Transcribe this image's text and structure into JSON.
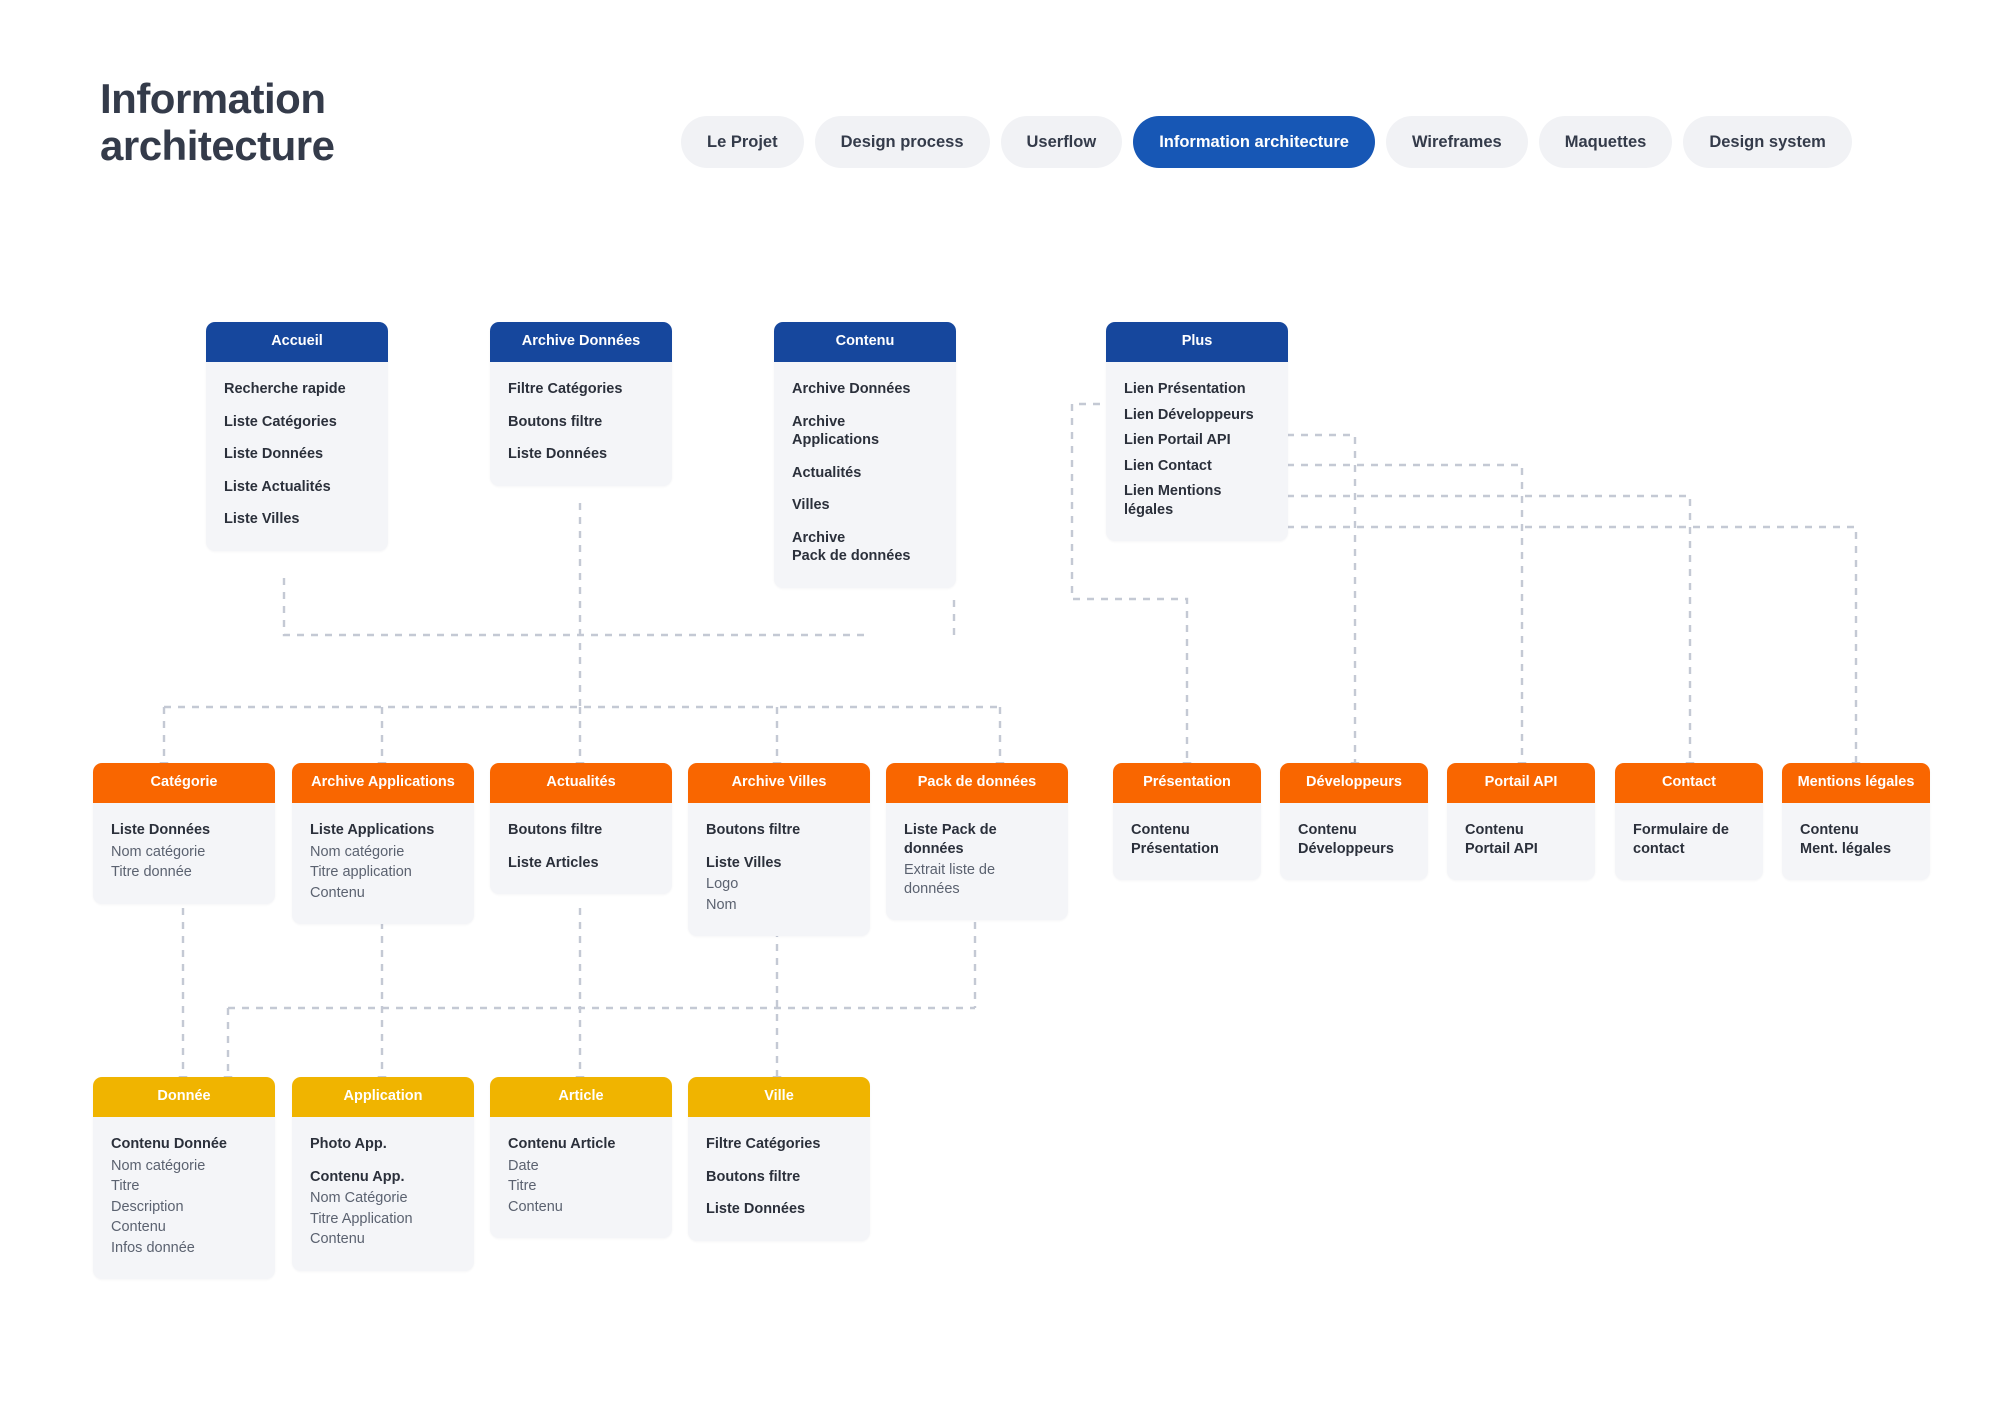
{
  "header": {
    "title": "Information\narchitecture",
    "nav": [
      {
        "label": "Le Projet",
        "active": false
      },
      {
        "label": "Design process",
        "active": false
      },
      {
        "label": "Userflow",
        "active": false
      },
      {
        "label": "Information architecture",
        "active": true
      },
      {
        "label": "Wireframes",
        "active": false
      },
      {
        "label": "Maquettes",
        "active": false
      },
      {
        "label": "Design system",
        "active": false
      }
    ]
  },
  "colors": {
    "blue": "#16479D",
    "orange": "#F96600",
    "yellow": "#F0B400",
    "card_body": "#F4F5F8",
    "pill_idle": "#F1F2F5",
    "pill_active": "#1757B5",
    "text_dark": "#343B4A",
    "text_muted": "#5B6270",
    "connector": "#C4C9D4"
  },
  "level1": [
    {
      "title": "Accueil",
      "items": [
        {
          "text": "Recherche rapide",
          "strong": true
        },
        {
          "text": "Liste Catégories",
          "strong": true
        },
        {
          "text": "Liste Données",
          "strong": true
        },
        {
          "text": "Liste Actualités",
          "strong": true
        },
        {
          "text": "Liste Villes",
          "strong": true
        }
      ]
    },
    {
      "title": "Archive Données",
      "items": [
        {
          "text": "Filtre Catégories",
          "strong": true
        },
        {
          "text": "Boutons filtre",
          "strong": true
        },
        {
          "text": "Liste Données",
          "strong": true
        }
      ]
    },
    {
      "title": "Contenu",
      "items": [
        {
          "text": "Archive Données",
          "strong": true
        },
        {
          "text": "Archive\nApplications",
          "strong": true
        },
        {
          "text": "Actualités",
          "strong": true
        },
        {
          "text": "Villes",
          "strong": true
        },
        {
          "text": "Archive\nPack de données",
          "strong": true
        }
      ]
    },
    {
      "title": "Plus",
      "items": [
        {
          "text": "Lien Présentation",
          "strong": true,
          "tight": true
        },
        {
          "text": "Lien Développeurs",
          "strong": true,
          "tight": true
        },
        {
          "text": "Lien Portail API",
          "strong": true,
          "tight": true
        },
        {
          "text": "Lien Contact",
          "strong": true,
          "tight": true
        },
        {
          "text": "Lien Mentions\nlégales",
          "strong": true,
          "tight": true
        }
      ]
    }
  ],
  "level2": [
    {
      "title": "Catégorie",
      "items": [
        {
          "text": "Liste Données",
          "strong": true
        },
        {
          "text": "Nom catégorie",
          "strong": false
        },
        {
          "text": "Titre donnée",
          "strong": false
        }
      ]
    },
    {
      "title": "Archive Applications",
      "items": [
        {
          "text": "Liste Applications",
          "strong": true
        },
        {
          "text": "Nom catégorie",
          "strong": false
        },
        {
          "text": "Titre application",
          "strong": false
        },
        {
          "text": "Contenu",
          "strong": false
        }
      ]
    },
    {
      "title": "Actualités",
      "items": [
        {
          "text": "Boutons filtre",
          "strong": true
        },
        {
          "text": "Liste Articles",
          "strong": true
        }
      ]
    },
    {
      "title": "Archive Villes",
      "items": [
        {
          "text": "Boutons filtre",
          "strong": true
        },
        {
          "text": "Liste Villes",
          "strong": true
        },
        {
          "text": "Logo",
          "strong": false
        },
        {
          "text": "Nom",
          "strong": false
        }
      ]
    },
    {
      "title": "Pack de données",
      "items": [
        {
          "text": "Liste Pack de\ndonnées",
          "strong": true
        },
        {
          "text": "Extrait liste de\ndonnées",
          "strong": false
        }
      ]
    },
    {
      "title": "Présentation",
      "items": [
        {
          "text": "Contenu\nPrésentation",
          "strong": true
        }
      ]
    },
    {
      "title": "Développeurs",
      "items": [
        {
          "text": "Contenu\nDéveloppeurs",
          "strong": true
        }
      ]
    },
    {
      "title": "Portail API",
      "items": [
        {
          "text": "Contenu\nPortail API",
          "strong": true
        }
      ]
    },
    {
      "title": "Contact",
      "items": [
        {
          "text": "Formulaire de\ncontact",
          "strong": true
        }
      ]
    },
    {
      "title": "Mentions légales",
      "items": [
        {
          "text": "Contenu\nMent. légales",
          "strong": true
        }
      ]
    }
  ],
  "level3": [
    {
      "title": "Donnée",
      "items": [
        {
          "text": "Contenu Donnée",
          "strong": true
        },
        {
          "text": "Nom catégorie",
          "strong": false
        },
        {
          "text": "Titre",
          "strong": false
        },
        {
          "text": "Description",
          "strong": false
        },
        {
          "text": "Contenu",
          "strong": false
        },
        {
          "text": "Infos donnée",
          "strong": false
        }
      ]
    },
    {
      "title": "Application",
      "items": [
        {
          "text": "Photo App.",
          "strong": true
        },
        {
          "text": "Contenu App.",
          "strong": true
        },
        {
          "text": "Nom Catégorie",
          "strong": false
        },
        {
          "text": "Titre Application",
          "strong": false
        },
        {
          "text": "Contenu",
          "strong": false
        }
      ]
    },
    {
      "title": "Article",
      "items": [
        {
          "text": "Contenu Article",
          "strong": true
        },
        {
          "text": "Date",
          "strong": false
        },
        {
          "text": "Titre",
          "strong": false
        },
        {
          "text": "Contenu",
          "strong": false
        }
      ]
    },
    {
      "title": "Ville",
      "items": [
        {
          "text": "Filtre Catégories",
          "strong": true
        },
        {
          "text": "Boutons filtre",
          "strong": true
        },
        {
          "text": "Liste Données",
          "strong": true
        }
      ]
    }
  ]
}
